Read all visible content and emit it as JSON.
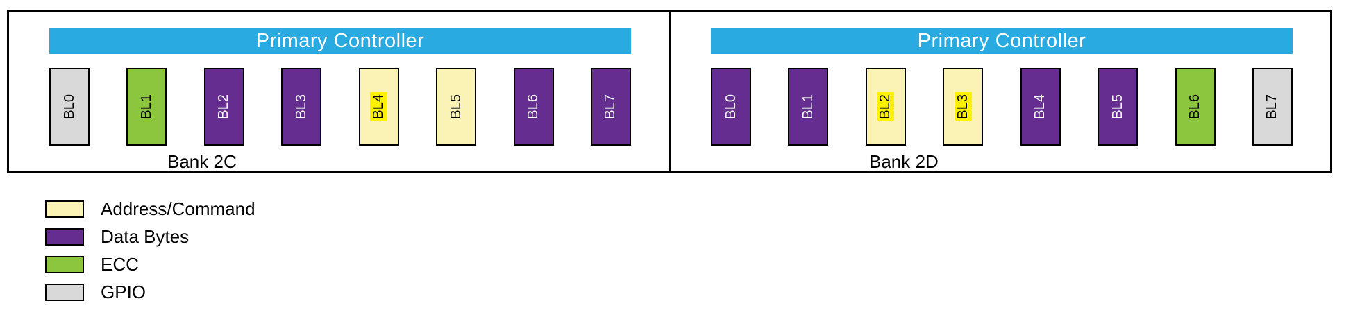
{
  "banks": [
    {
      "controller_label": "Primary Controller",
      "label": "Bank 2C",
      "blocks": [
        {
          "label": "BL0",
          "type": "gpio",
          "highlight": false
        },
        {
          "label": "BL1",
          "type": "ecc",
          "highlight": false
        },
        {
          "label": "BL2",
          "type": "data",
          "highlight": false
        },
        {
          "label": "BL3",
          "type": "data",
          "highlight": false
        },
        {
          "label": "BL4",
          "type": "addr",
          "highlight": true
        },
        {
          "label": "BL5",
          "type": "addr",
          "highlight": false
        },
        {
          "label": "BL6",
          "type": "data",
          "highlight": false
        },
        {
          "label": "BL7",
          "type": "data",
          "highlight": false
        }
      ]
    },
    {
      "controller_label": "Primary Controller",
      "label": "Bank 2D",
      "blocks": [
        {
          "label": "BL0",
          "type": "data",
          "highlight": false
        },
        {
          "label": "BL1",
          "type": "data",
          "highlight": false
        },
        {
          "label": "BL2",
          "type": "addr",
          "highlight": true
        },
        {
          "label": "BL3",
          "type": "addr",
          "highlight": true
        },
        {
          "label": "BL4",
          "type": "data",
          "highlight": false
        },
        {
          "label": "BL5",
          "type": "data",
          "highlight": false
        },
        {
          "label": "BL6",
          "type": "ecc",
          "highlight": false
        },
        {
          "label": "BL7",
          "type": "gpio",
          "highlight": false
        }
      ]
    }
  ],
  "legend": [
    {
      "label": "Address/Command",
      "type": "addr"
    },
    {
      "label": "Data Bytes",
      "type": "data"
    },
    {
      "label": "ECC",
      "type": "ecc"
    },
    {
      "label": "GPIO",
      "type": "gpio"
    }
  ],
  "colors": {
    "controller": "#29ABE2",
    "controller_text": "#FFFFFF",
    "data": "#662D91",
    "ecc": "#8CC63F",
    "addr": "#FAF3B5",
    "addr_highlight": "#FFF200",
    "gpio": "#D9D9D9"
  }
}
